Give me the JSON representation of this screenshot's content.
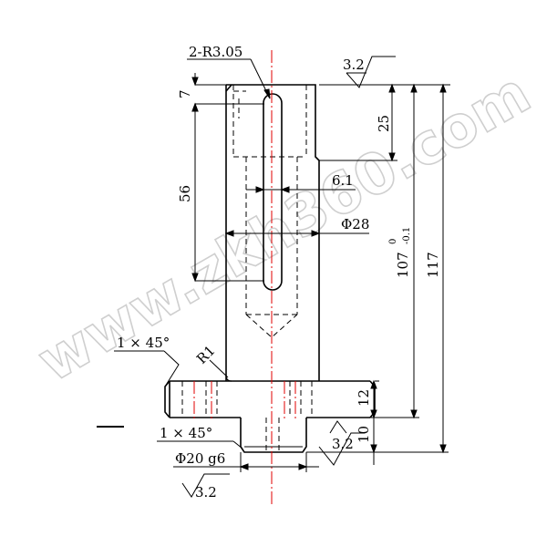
{
  "annotations": {
    "slot_radius": "2-R3.05",
    "roughness_top": "3.2",
    "dim_7": "7",
    "dim_25": "25",
    "dim_56": "56",
    "dim_6_1": "6.1",
    "dim_phi28": "Φ28",
    "dim_107": "107",
    "tol_upper": "0",
    "tol_lower": "-0.1",
    "dim_117": "117",
    "chamfer_top": "1 × 45°",
    "fillet": "R1",
    "dim_12": "12",
    "dim_10": "10",
    "roughness_shoulder": "3.2",
    "chamfer_bottom": "1 × 45°",
    "dim_phi20": "Φ20  g6",
    "roughness_pilot": "3.2"
  },
  "watermark": "www.zkh360.com",
  "colors": {
    "line": "#000000",
    "centerline": "#e00000",
    "watermark": "#cfcfcf"
  }
}
